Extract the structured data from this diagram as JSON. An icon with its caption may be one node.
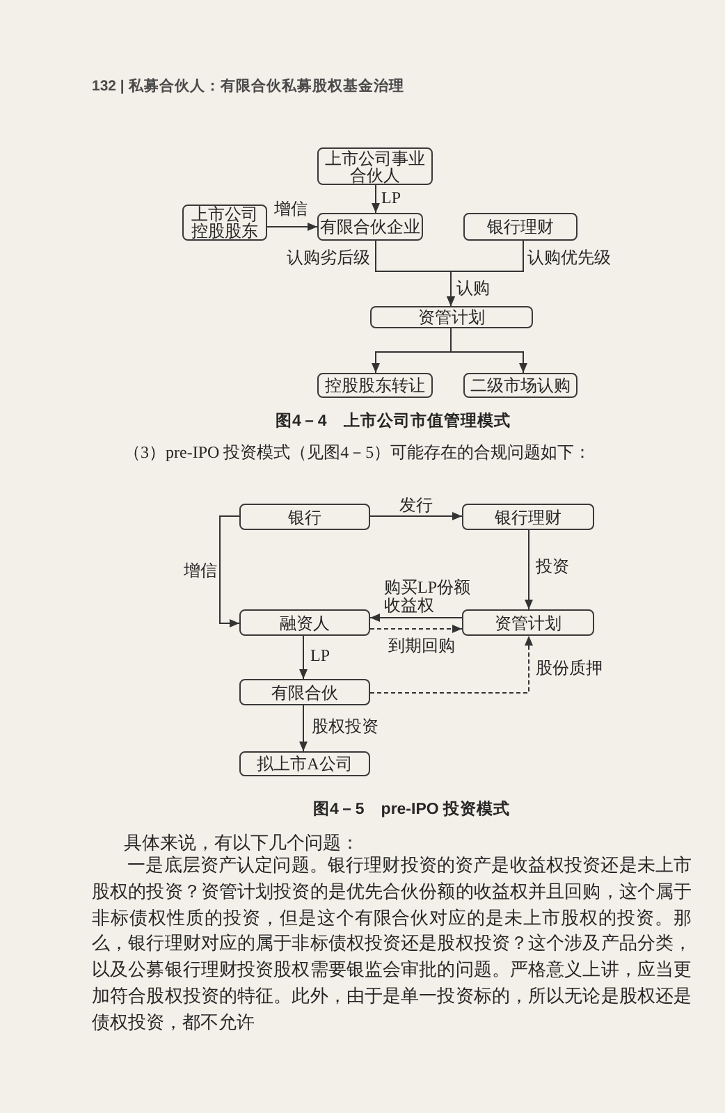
{
  "diagram": {
    "nodes": [
      {
        "text": [
          "上市公司事业合伙人"
        ]
      },
      {
        "text": [
          "上市公司控股股东"
        ]
      },
      {
        "text": [
          "有限合伙企业"
        ]
      },
      {
        "text": [
          "银行理财"
        ]
      },
      {
        "text": [
          "资管计划"
        ]
      },
      {
        "text": [
          "控股股东转让"
        ]
      },
      {
        "text": [
          "二级市场认购"
        ]
      },
      {
        "text": [
          "银行"
        ]
      },
      {
        "text": [
          "银行理财"
        ]
      },
      {
        "text": [
          "融资人"
        ]
      },
      {
        "text": [
          "资管计划"
        ]
      },
      {
        "text": [
          "有限合伙"
        ]
      },
      {
        "text": [
          "拟上市A公司"
        ]
      }
    ],
    "edges": [
      {
        "from": 0,
        "to": 2,
        "arrow": "to",
        "label": "LP"
      },
      {
        "from": 1,
        "to": 2,
        "arrow": "to",
        "label": "增信"
      },
      {
        "from": 2,
        "to": 4,
        "arrow": "to",
        "label": "认购劣后级"
      },
      {
        "from": 3,
        "to": 4,
        "arrow": "to",
        "label": "认购优先级"
      },
      {
        "from": 4,
        "to": 5,
        "arrow": "to"
      },
      {
        "from": 4,
        "to": 6,
        "arrow": "to"
      },
      {
        "from": 7,
        "to": 8,
        "arrow": "to",
        "label": "发行"
      },
      {
        "from": 7,
        "to": 9,
        "arrow": "to",
        "label": "增信"
      },
      {
        "from": 8,
        "to": 10,
        "arrow": "to",
        "label": "投资"
      },
      {
        "from": 10,
        "to": 9,
        "arrow": "to",
        "label": "购买LP份额收益权"
      },
      {
        "from": 9,
        "to": 10,
        "arrow": "to",
        "label": "到期回购",
        "style": "dashed"
      },
      {
        "from": 9,
        "to": 11,
        "arrow": "to",
        "label": "LP"
      },
      {
        "from": 11,
        "to": 10,
        "arrow": "to",
        "label": "股份质押",
        "style": "dashed"
      },
      {
        "from": 11,
        "to": 12,
        "arrow": "to",
        "label": "股权投资"
      }
    ],
    "labels": [
      "132 | 私募合伙人：有限合伙私募股权基金治理",
      "认购",
      "图4－4　上市公司市值管理模式",
      "（3）pre-IPO 投资模式（见图4－5）可能存在的合规问题如下：",
      "图4－5　pre-IPO 投资模式",
      "具体来说，有以下几个问题：",
      "一是底层资产认定问题。银行理财投资的资产是收益权投资还是未上市股权的投资？资管计划投资的是优先合伙份额的收益权并且回购，这个属于非标债权性质的投资，但是这个有限合伙对应的是未上市股权的投资。那么，银行理财对应的属于非标债权投资还是股权投资？这个涉及产品分类，以及公募银行理财投资股权需要银监会审批的问题。严格意义上讲，应当更加符合股权投资的特征。此外，由于是单一投资标的，所以无论是股权还是债权投资，都不允许"
    ]
  }
}
